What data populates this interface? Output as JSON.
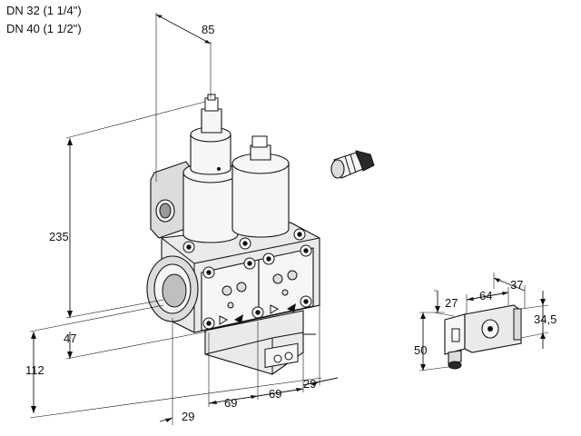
{
  "header": {
    "line1": "DN 32 (1 1/4\")",
    "line2": "DN 40 (1 1/2\")"
  },
  "dimensions": {
    "top_depth": "85",
    "height_total": "235",
    "height_inlet_axis": "47",
    "height_base": "112",
    "left_offset": "29",
    "flange_spacing_a": "69",
    "flange_spacing_b": "69",
    "right_offset": "29"
  },
  "solenoid_dimensions": {
    "cable_gland_height": "27",
    "body_length": "64",
    "cap_width": "37",
    "right_height": "34,5",
    "total_height": "50"
  }
}
